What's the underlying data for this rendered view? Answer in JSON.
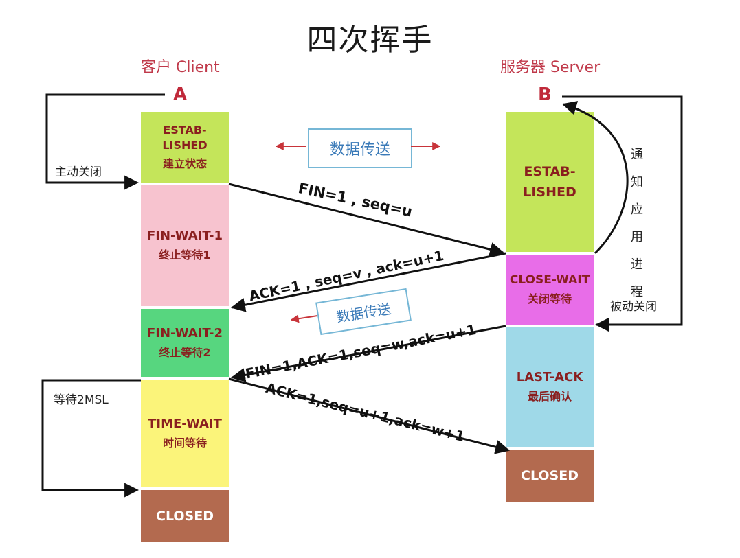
{
  "title": "四次挥手",
  "client": {
    "label": "客户 Client",
    "node": "A"
  },
  "server": {
    "label": "服务器 Server",
    "node": "B"
  },
  "client_states": [
    {
      "name": "ESTAB-\nLISHED",
      "desc": "建立状态",
      "color": "#c4e55a"
    },
    {
      "name": "FIN-WAIT-1",
      "desc": "终止等待1",
      "color": "#f7c3cf"
    },
    {
      "name": "FIN-WAIT-2",
      "desc": "终止等待2",
      "color": "#57d67f"
    },
    {
      "name": "TIME-WAIT",
      "desc": "时间等待",
      "color": "#fbf47a"
    },
    {
      "name": "CLOSED",
      "desc": "",
      "color": "#b36a4f"
    }
  ],
  "server_states": [
    {
      "name": "ESTAB-\nLISHED",
      "desc": "",
      "color": "#c4e55a"
    },
    {
      "name": "CLOSE-WAIT",
      "desc": "关闭等待",
      "color": "#e86de8"
    },
    {
      "name": "LAST-ACK",
      "desc": "最后确认",
      "color": "#9fd9e8"
    },
    {
      "name": "CLOSED",
      "desc": "",
      "color": "#b36a4f"
    }
  ],
  "side_labels": {
    "active_close": "主动关闭",
    "wait_2msl": "等待2MSL",
    "notify_app": "通知应用进程",
    "passive_close": "被动关闭"
  },
  "data_transfer": {
    "label1": "数据传送",
    "label2": "数据传送"
  },
  "messages": {
    "m1": "FIN=1 , seq=u",
    "m2": "ACK=1 , seq=v , ack=u+1",
    "m3": "FIN=1,ACK=1,seq=w,ack=u+1",
    "m4": "ACK=1,seq=u+1,ack=w+1"
  },
  "colors": {
    "arrow": "#111111",
    "data_arrow": "#c8343a",
    "data_box_border": "#76b7d6"
  }
}
